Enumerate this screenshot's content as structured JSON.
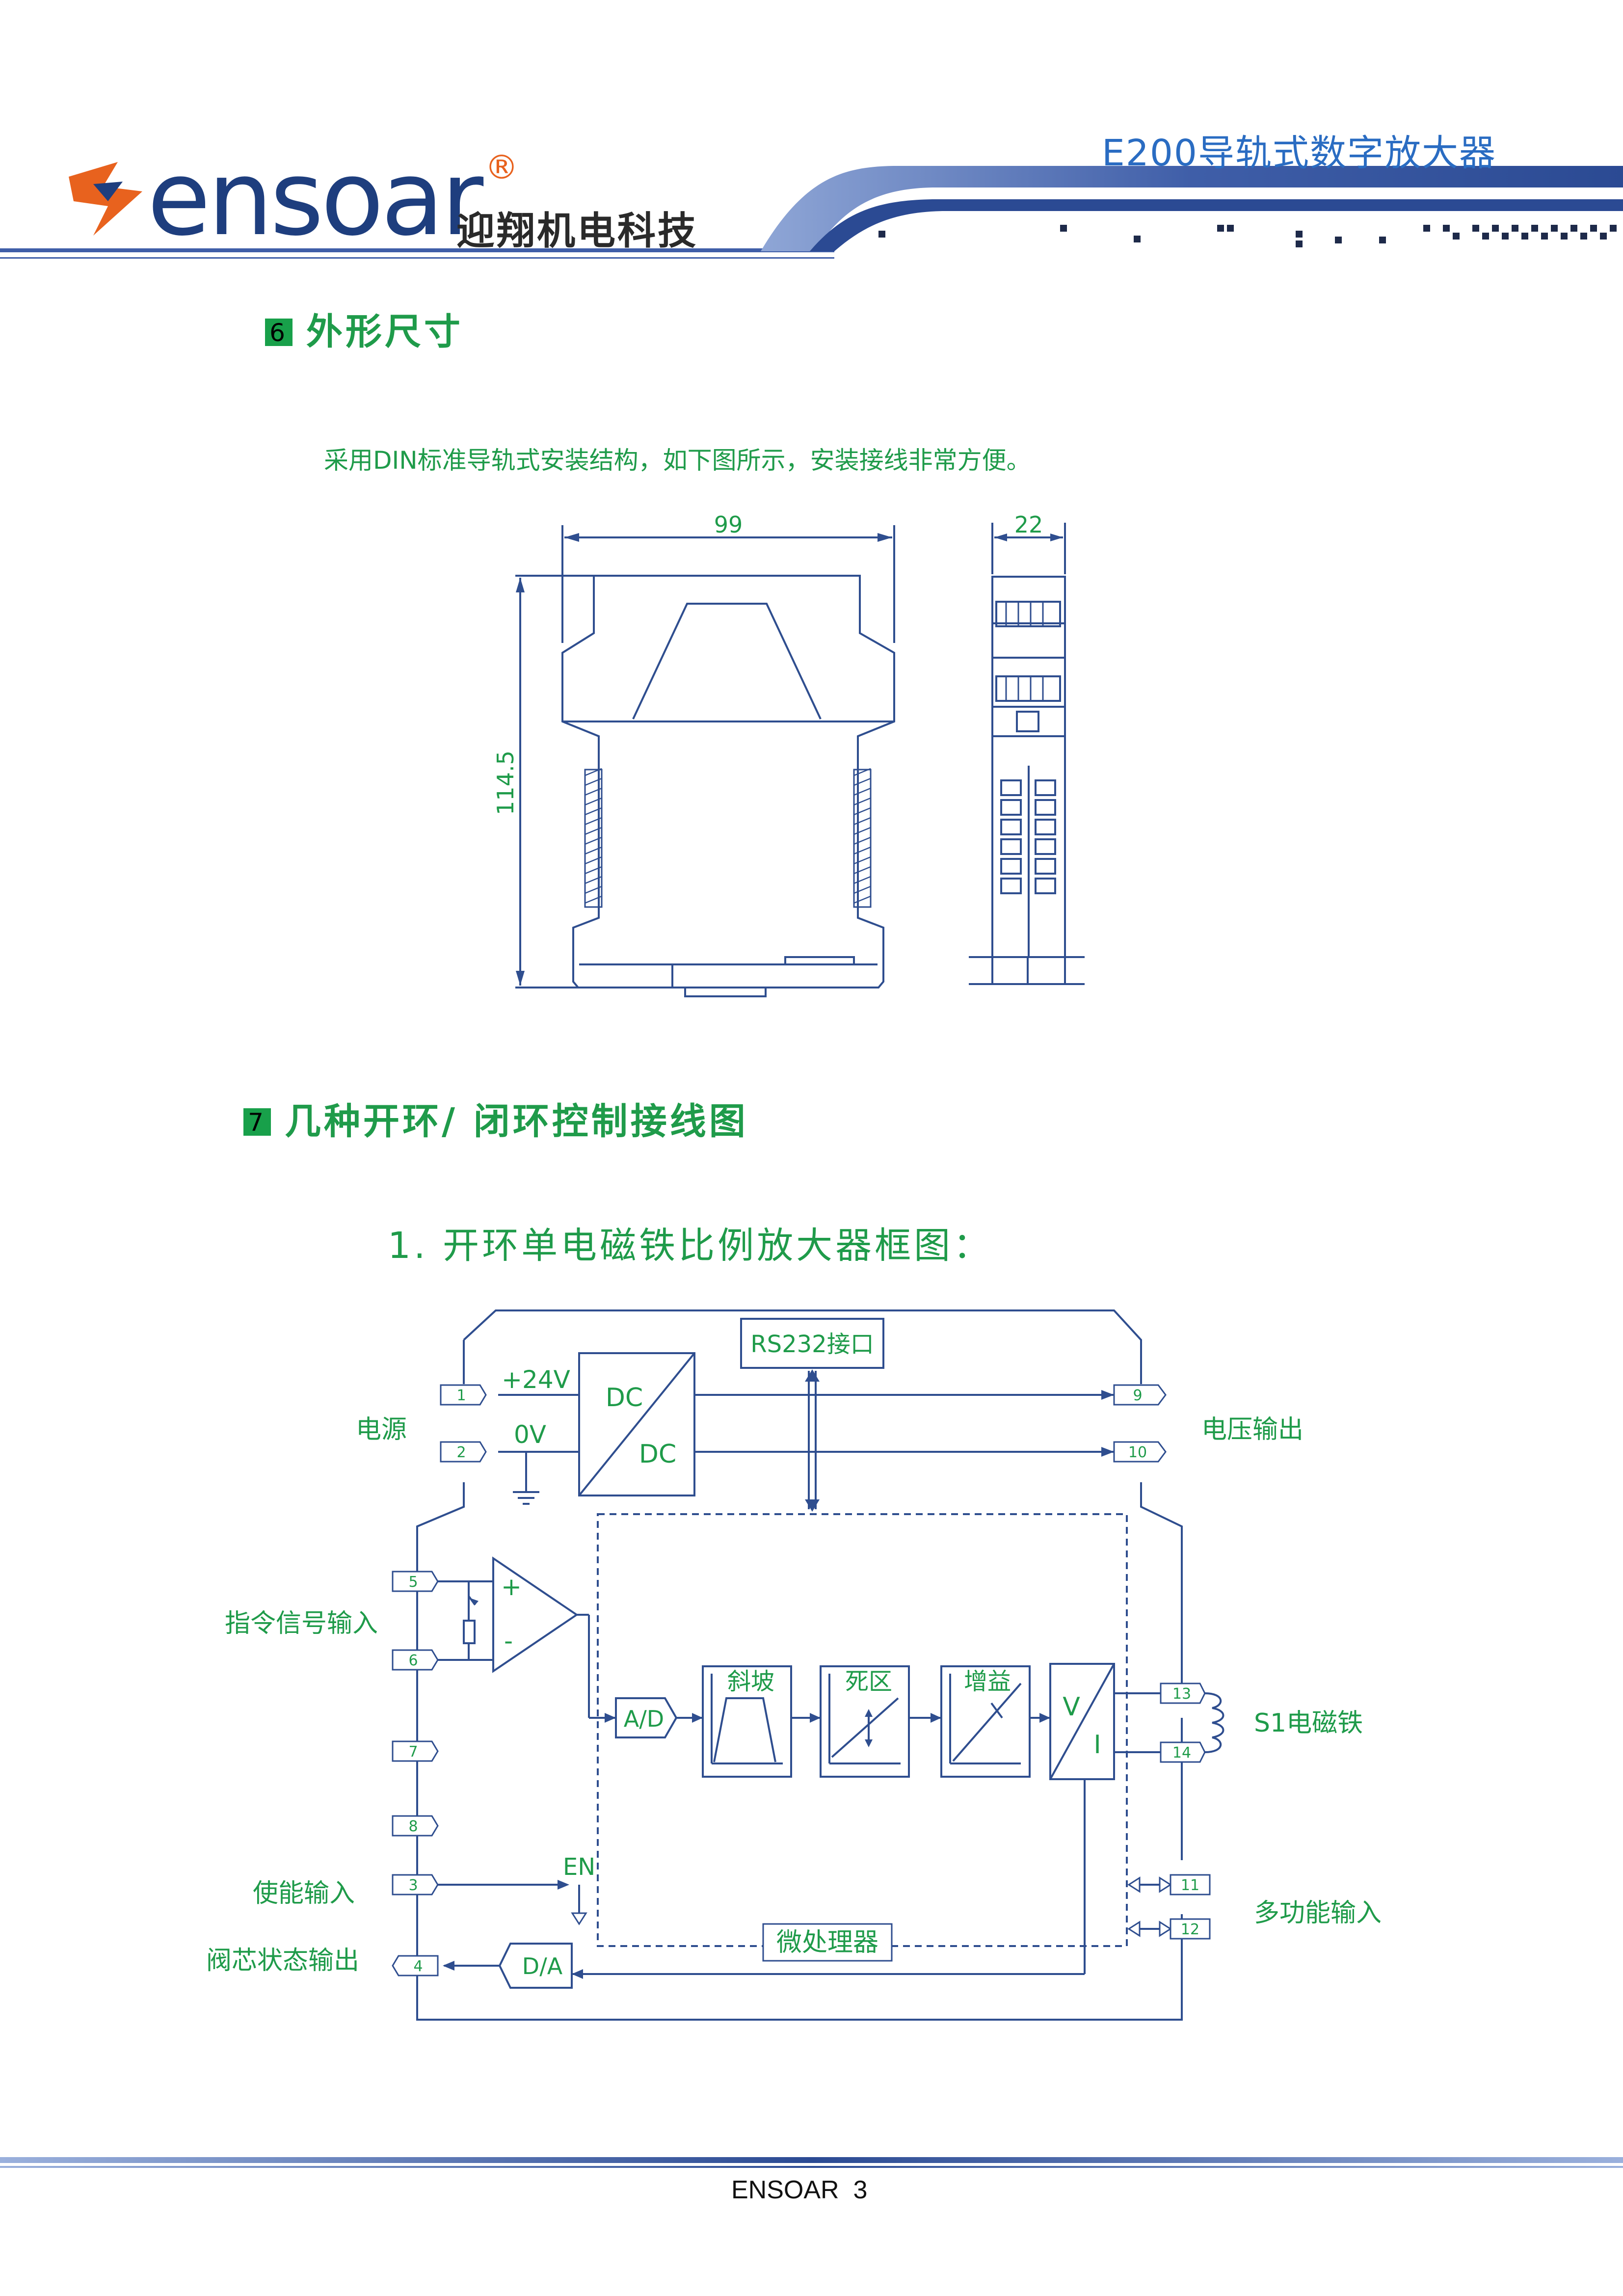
{
  "header": {
    "logo_text": "ensoar",
    "logo_registered": "®",
    "logo_cn": "迎翔机电科技",
    "doc_title": "E200导轨式数字放大器"
  },
  "section6": {
    "number": "6",
    "title": "外形尺寸",
    "intro": "采用DIN标准导轨式安装结构，如下图所示，安装接线非常方便。",
    "dim_width": "99",
    "dim_height": "114.5",
    "dim_side": "22"
  },
  "section7": {
    "number": "7",
    "title": "几种开环/ 闭环控制接线图",
    "subtitle": "1. 开环单电磁铁比例放大器框图："
  },
  "diagram": {
    "rs232": "RS232接口",
    "dc_top": "DC",
    "dc_bottom": "DC",
    "v24": "+24V",
    "v0": "0V",
    "power": "电源",
    "voltage_out": "电压输出",
    "cmd_input": "指令信号输入",
    "enable_input": "使能输入",
    "valve_status": "阀芯状态输出",
    "solenoid": "S1电磁铁",
    "multi_input": "多功能输入",
    "ad": "A/D",
    "da": "D/A",
    "ramp": "斜坡",
    "deadzone": "死区",
    "gain": "增益",
    "v": "V",
    "i": "I",
    "en": "EN",
    "plus": "+",
    "minus": "-",
    "mcu": "微处理器",
    "pins": {
      "p1": "1",
      "p2": "2",
      "p3": "3",
      "p4": "4",
      "p5": "5",
      "p6": "6",
      "p7": "7",
      "p8": "8",
      "p9": "9",
      "p10": "10",
      "p11": "11",
      "p12": "12",
      "p13": "13",
      "p14": "14"
    }
  },
  "footer": {
    "text": "ENSOAR  3"
  },
  "colors": {
    "green": "#1f9b4a",
    "navy": "#2f4e8f",
    "title_blue": "#2a6cc2",
    "logo_orange": "#e8621e"
  }
}
